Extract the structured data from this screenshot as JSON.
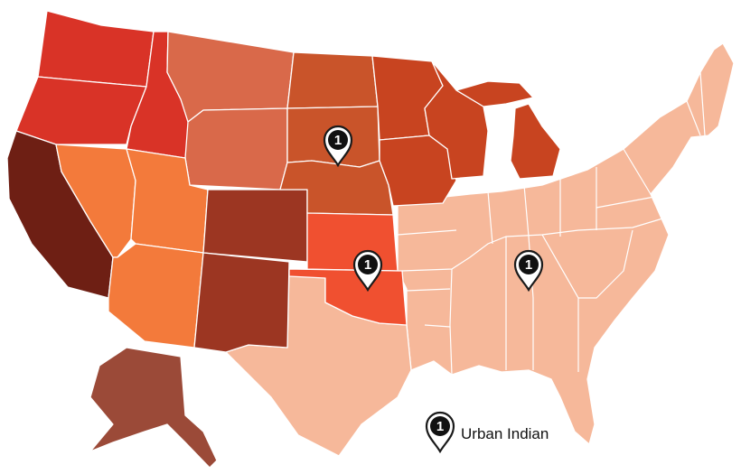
{
  "map": {
    "colors": {
      "darkest": "#6e1f14",
      "dark_brown": "#9c3622",
      "alaska_brown": "#9b4a38",
      "red": "#d93327",
      "red_orange": "#f05030",
      "burnt_orange": "#c9542a",
      "orange": "#f37a3b",
      "salmon": "#d9694a",
      "rust": "#c84420",
      "light_peach": "#f6b89a"
    },
    "markers": [
      {
        "id": "south-dakota",
        "count": "1"
      },
      {
        "id": "oklahoma",
        "count": "1"
      },
      {
        "id": "tennessee",
        "count": "1"
      }
    ],
    "legend": {
      "count": "1",
      "label": "Urban Indian"
    }
  }
}
